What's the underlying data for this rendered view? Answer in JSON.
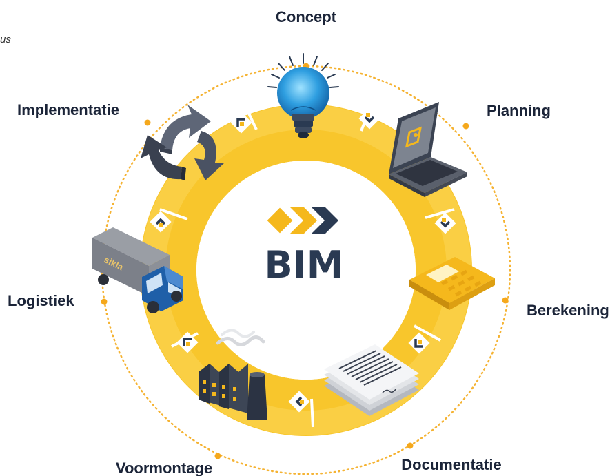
{
  "corner_fragment": "us",
  "center_logo": {
    "text": "BIM"
  },
  "stages": [
    {
      "label": "Concept",
      "icon": "lightbulb-icon"
    },
    {
      "label": "Planning",
      "icon": "laptop-icon"
    },
    {
      "label": "Berekening",
      "icon": "calculator-icon"
    },
    {
      "label": "Documentatie",
      "icon": "documents-icon"
    },
    {
      "label": "Voormontage",
      "icon": "factory-icon"
    },
    {
      "label": "Logistiek",
      "icon": "truck-icon"
    },
    {
      "label": "Implementatie",
      "icon": "cycle-arrows-icon"
    }
  ],
  "truck_brand": "sikla",
  "colors": {
    "ring_yellow": "#f8c62c",
    "ring_yellow_light": "#fcd75a",
    "accent_orange": "#f5b81c",
    "navy": "#2a3a52",
    "label_text": "#1b2438",
    "dotted_circle": "#f5b333"
  }
}
